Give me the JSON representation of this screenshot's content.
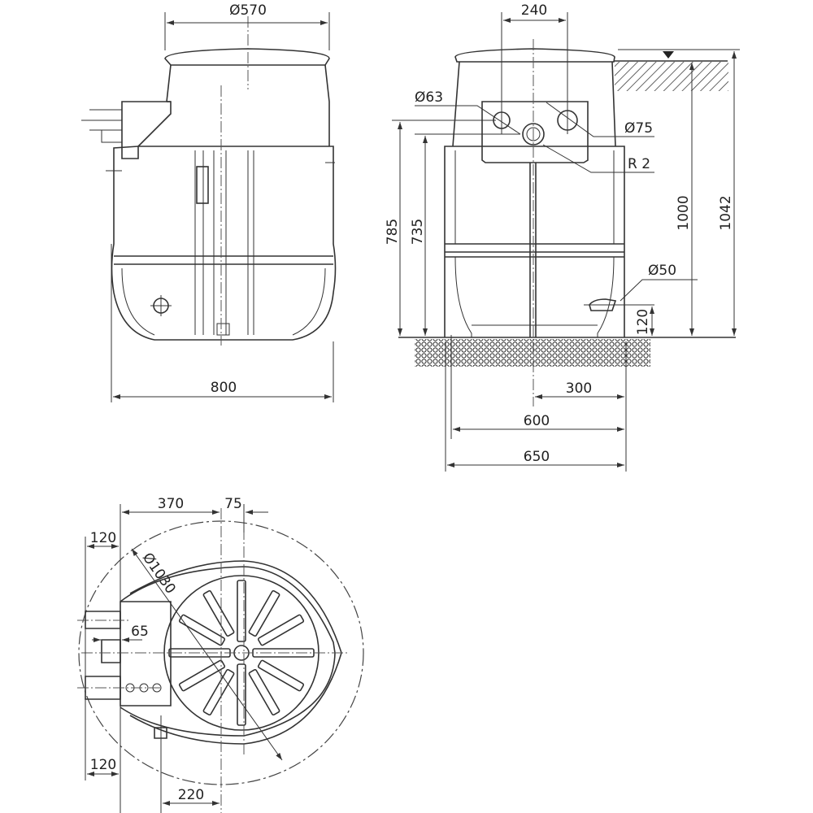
{
  "colors": {
    "line": "#333333",
    "background": "#ffffff"
  },
  "front_view": {
    "dims": {
      "top_diameter": "Ø570",
      "width": "800"
    }
  },
  "side_view": {
    "dims": {
      "pipe_spacing": "240",
      "inlet_diameter": "Ø63",
      "outlet_diameter": "Ø75",
      "vent_thread": "R 2",
      "drain_diameter": "Ø50",
      "inlet_height": "785",
      "outlet_height": "735",
      "total_height": "1000",
      "height_with_lid": "1042",
      "drain_height": "120",
      "half_base": "300",
      "base_width": "600",
      "body_width": "650"
    }
  },
  "top_view": {
    "dims": {
      "offset_left": "370",
      "offset_right": "75",
      "pipe_length_top": "120",
      "pipe_length_bottom": "120",
      "pipe_offset": "65",
      "drain_offset": "220",
      "outer_diameter": "Ø1030"
    }
  }
}
